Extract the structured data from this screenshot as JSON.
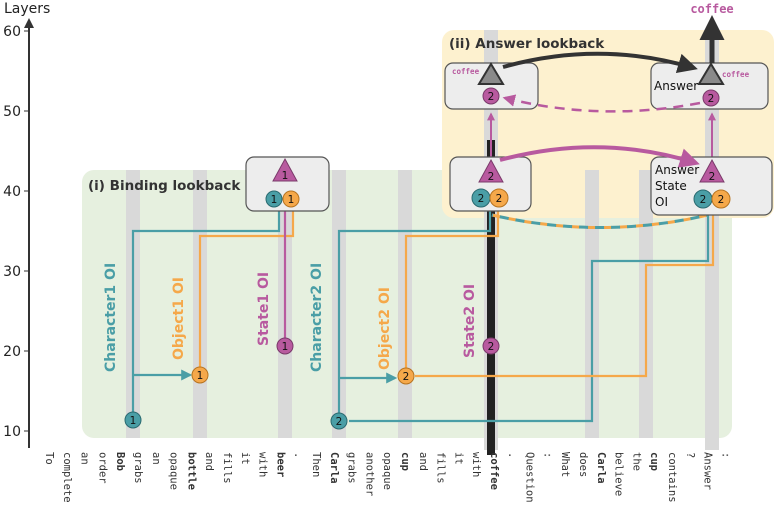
{
  "axis": {
    "label": "Layers",
    "ticks": [
      "10",
      "20",
      "30",
      "40",
      "50",
      "60"
    ]
  },
  "tokens": [
    {
      "text": "To",
      "role": "plain"
    },
    {
      "text": "complete",
      "role": "plain"
    },
    {
      "text": "an",
      "role": "plain"
    },
    {
      "text": "order",
      "role": "plain"
    },
    {
      "text": "Bob",
      "role": "character"
    },
    {
      "text": "grabs",
      "role": "plain"
    },
    {
      "text": "an",
      "role": "plain"
    },
    {
      "text": "opaque",
      "role": "plain"
    },
    {
      "text": "bottle",
      "role": "object"
    },
    {
      "text": "and",
      "role": "plain"
    },
    {
      "text": "fills",
      "role": "plain"
    },
    {
      "text": "it",
      "role": "plain"
    },
    {
      "text": "with",
      "role": "plain"
    },
    {
      "text": "beer",
      "role": "state"
    },
    {
      "text": ".",
      "role": "plain"
    },
    {
      "text": "Then",
      "role": "plain"
    },
    {
      "text": "Carla",
      "role": "character"
    },
    {
      "text": "grabs",
      "role": "plain"
    },
    {
      "text": "another",
      "role": "plain"
    },
    {
      "text": "opaque",
      "role": "plain"
    },
    {
      "text": "cup",
      "role": "object"
    },
    {
      "text": "and",
      "role": "plain"
    },
    {
      "text": "fills",
      "role": "plain"
    },
    {
      "text": "it",
      "role": "plain"
    },
    {
      "text": "with",
      "role": "plain"
    },
    {
      "text": "coffee",
      "role": "state"
    },
    {
      "text": ".",
      "role": "plain"
    },
    {
      "text": "Question",
      "role": "plain"
    },
    {
      "text": ":",
      "role": "plain"
    },
    {
      "text": "What",
      "role": "plain"
    },
    {
      "text": "does",
      "role": "plain"
    },
    {
      "text": "Carla",
      "role": "character"
    },
    {
      "text": "believe",
      "role": "plain"
    },
    {
      "text": "the",
      "role": "plain"
    },
    {
      "text": "cup",
      "role": "object"
    },
    {
      "text": "contains",
      "role": "plain"
    },
    {
      "text": "?",
      "role": "plain"
    },
    {
      "text": "Answer",
      "role": "plain"
    },
    {
      "text": ":",
      "role": "plain"
    }
  ],
  "regions": {
    "binding": "(i) Binding lookback",
    "answer": "(ii) Answer lookback"
  },
  "oi_labels": {
    "character1": "Character1 OI",
    "object1": "Object1 OI",
    "state1": "State1 OI",
    "character2": "Character2 OI",
    "object2": "Object2 OI",
    "state2": "State2 OI"
  },
  "node_labels": {
    "one": "1",
    "two": "2"
  },
  "boxes": {
    "answer_label": "Answer",
    "answer_state_line1": "Answer",
    "answer_state_line2": "State",
    "answer_state_line3": "OI",
    "coffee_small": "coffee",
    "output": "coffee"
  },
  "colors": {
    "character": "#4a9ea6",
    "object": "#f5a84a",
    "state": "#b85a9f",
    "binding_bg": "#e6f0df",
    "answer_bg": "#fdf1cf",
    "token_band": "#d9d9d9",
    "box_fill": "#ededed",
    "box_stroke": "#555555"
  }
}
